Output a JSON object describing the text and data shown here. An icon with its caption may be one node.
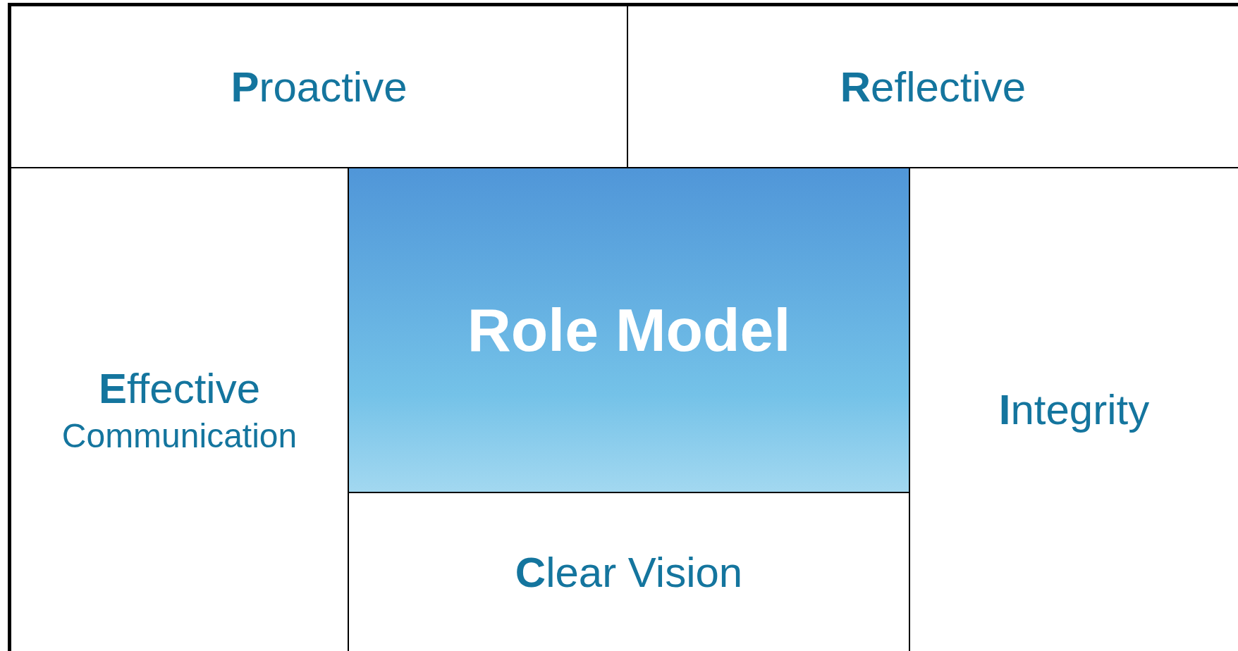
{
  "diagram": {
    "nodes": [
      {
        "text": [
          "**P**roactive"
        ]
      },
      {
        "text": [
          "**R**eflective"
        ]
      },
      {
        "text": [
          "**E**ffective",
          "Communication"
        ]
      },
      {
        "text": [
          "Role Model"
        ]
      },
      {
        "text": [
          "**C**lear Vision"
        ]
      },
      {
        "text": [
          "**I**ntegrity"
        ]
      }
    ]
  }
}
